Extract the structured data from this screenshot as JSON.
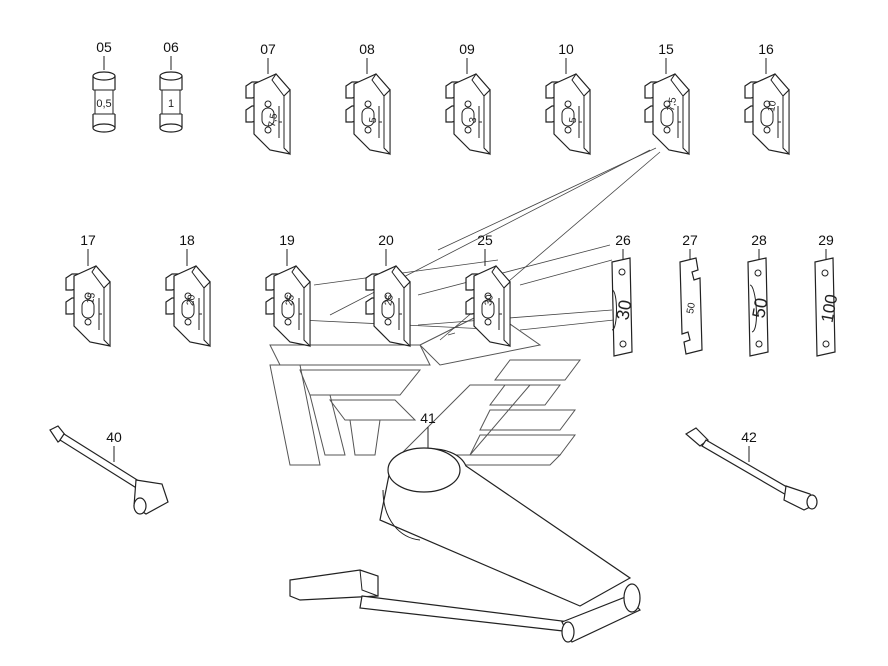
{
  "diagram": {
    "blade_fuses": [
      {
        "callout": "07",
        "rating": "7,5"
      },
      {
        "callout": "08",
        "rating": "5"
      },
      {
        "callout": "09",
        "rating": "3"
      },
      {
        "callout": "10",
        "rating": "5"
      },
      {
        "callout": "15",
        "rating": "7,5"
      },
      {
        "callout": "16",
        "rating": "10"
      },
      {
        "callout": "17",
        "rating": "15"
      },
      {
        "callout": "18",
        "rating": "20"
      },
      {
        "callout": "19",
        "rating": "25"
      },
      {
        "callout": "20",
        "rating": "25"
      },
      {
        "callout": "25",
        "rating": "30"
      }
    ],
    "glass_fuses": [
      {
        "callout": "05",
        "rating": "0,5"
      },
      {
        "callout": "06",
        "rating": "1"
      }
    ],
    "strip_fuses": [
      {
        "callout": "26",
        "rating": "30"
      },
      {
        "callout": "27",
        "rating": "50"
      },
      {
        "callout": "28",
        "rating": "50"
      },
      {
        "callout": "29",
        "rating": "100"
      }
    ],
    "tools": [
      {
        "callout": "40",
        "name": "fuse puller"
      },
      {
        "callout": "41",
        "name": "fuse kit box"
      },
      {
        "callout": "42",
        "name": "fuse puller"
      }
    ],
    "colors": {
      "line": "#222222",
      "background": "#ffffff",
      "watermark": "#555555"
    }
  }
}
